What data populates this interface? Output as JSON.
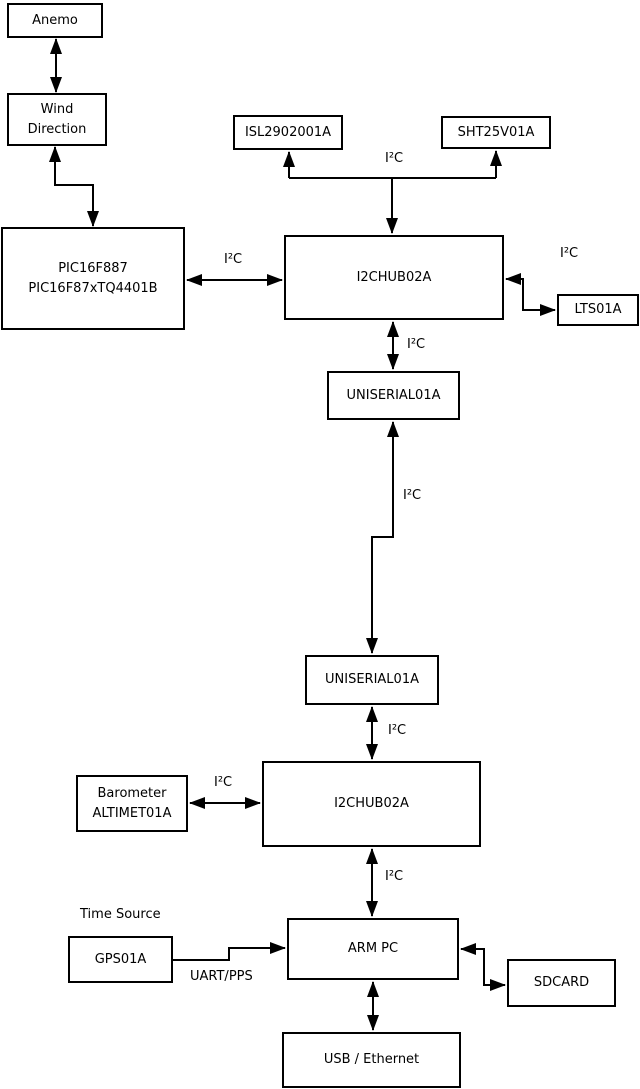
{
  "diagram": {
    "boxes": {
      "anemo": {
        "label": "Anemo"
      },
      "wind_direction": {
        "line1": "Wind",
        "line2": "Direction"
      },
      "pic": {
        "line1": "PIC16F887",
        "line2": "PIC16F87xTQ4401B"
      },
      "isl": {
        "label": "ISL2902001A"
      },
      "sht": {
        "label": "SHT25V01A"
      },
      "hub1": {
        "label": "I2CHUB02A"
      },
      "lts": {
        "label": "LTS01A"
      },
      "uniserial1": {
        "label": "UNISERIAL01A"
      },
      "uniserial2": {
        "label": "UNISERIAL01A"
      },
      "barometer": {
        "line1": "Barometer",
        "line2": "ALTIMET01A"
      },
      "hub2": {
        "label": "I2CHUB02A"
      },
      "gps": {
        "label": "GPS01A"
      },
      "arm_pc": {
        "label": "ARM PC"
      },
      "sdcard": {
        "label": "SDCARD"
      },
      "usb_ethernet": {
        "label": "USB / Ethernet"
      }
    },
    "edge_labels": {
      "i2c": "I²C",
      "uart_pps": "UART/PPS",
      "time_source": "Time Source"
    },
    "colors": {
      "line": "#000000",
      "box_fill": "#ffffff",
      "background": "#ffffff"
    }
  }
}
